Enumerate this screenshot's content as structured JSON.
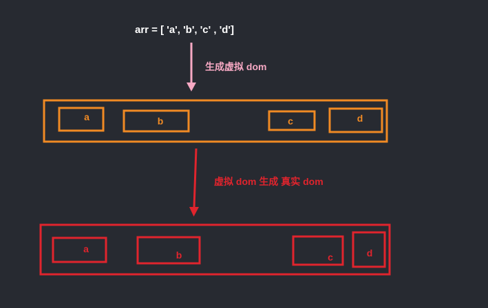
{
  "expression": "arr = [ 'a', 'b', 'c' , 'd']",
  "step1_label": "生成虚拟 dom",
  "step2_label": "虚拟 dom 生成 真实 dom",
  "virtual_dom": {
    "items": [
      "a",
      "b",
      "c",
      "d"
    ]
  },
  "real_dom": {
    "items": [
      "a",
      "b",
      "c",
      "d"
    ]
  },
  "colors": {
    "background": "#272a31",
    "expression_text": "#ffffff",
    "arrow1": "#f7a9c4",
    "step1_text": "#f7a9c4",
    "virtual_dom": "#f08a24",
    "arrow2": "#e0242d",
    "step2_text": "#e0242d",
    "real_dom": "#e0242d"
  }
}
